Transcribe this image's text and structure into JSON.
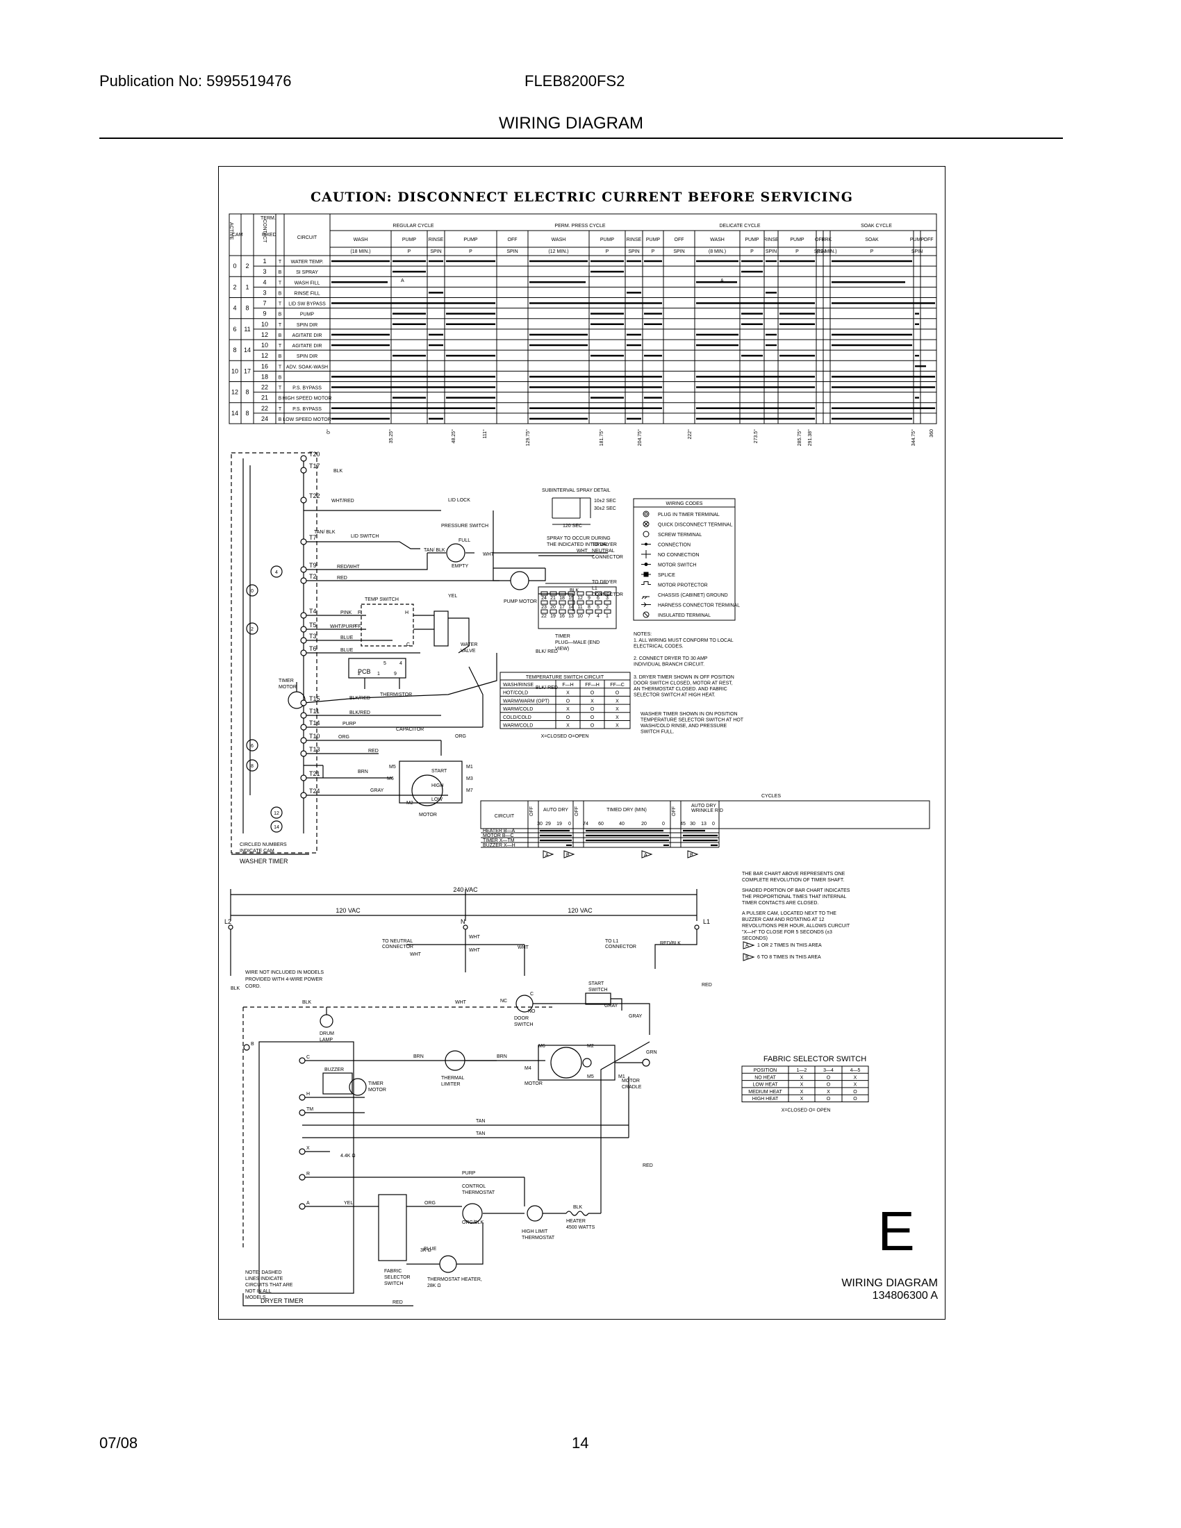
{
  "header": {
    "publication": "Publication No: 5995519476",
    "model": "FLEB8200FS2",
    "title": "WIRING DIAGRAM"
  },
  "footer": {
    "date": "07/08",
    "page": "14"
  },
  "caution": "CAUTION: DISCONNECT ELECTRIC CURRENT BEFORE SERVICING",
  "timer_chart": {
    "col_headers": [
      "CAM",
      "ACTIVE",
      "FIXED",
      "TERM.",
      "CONTACT",
      "CIRCUIT"
    ],
    "cycles": [
      "REGULAR CYCLE",
      "PERM. PRESS CYCLE",
      "DELICATE CYCLE",
      "SOAK CYCLE"
    ],
    "phases": [
      "WASH",
      "PUMP",
      "RINSE",
      "PUMP",
      "OFF",
      "WASH",
      "PUMP",
      "RINSE",
      "PUMP",
      "OFF",
      "WASH",
      "PUMP",
      "RINSE",
      "PUMP",
      "OFF",
      "BRK",
      "SOAK",
      "PUMP",
      "OFF"
    ],
    "sub": [
      "(18 MIN.)",
      "P",
      "SPIN",
      "P",
      "SPIN",
      "(12 MIN.)",
      "P",
      "SPIN",
      "P",
      "SPIN",
      "(8 MIN.)",
      "P",
      "SPIN",
      "P",
      "SPIN",
      "(12 MIN.)",
      "P",
      "SPIN"
    ],
    "rows": [
      {
        "cam": "0",
        "active": "2",
        "term": "1",
        "c": "T",
        "circuit": "WATER TEMP."
      },
      {
        "cam": "",
        "active": "",
        "term": "3",
        "c": "B",
        "circuit": "SI SPRAY"
      },
      {
        "cam": "2",
        "active": "1",
        "term": "4",
        "c": "T",
        "circuit": "WASH FILL"
      },
      {
        "cam": "",
        "active": "",
        "term": "3",
        "c": "B",
        "circuit": "RINSE FILL"
      },
      {
        "cam": "4",
        "active": "8",
        "term": "7",
        "c": "T",
        "circuit": "LID SW BYPASS"
      },
      {
        "cam": "",
        "active": "",
        "term": "9",
        "c": "B",
        "circuit": "PUMP"
      },
      {
        "cam": "6",
        "active": "11",
        "term": "10",
        "c": "T",
        "circuit": "SPIN DIR"
      },
      {
        "cam": "",
        "active": "",
        "term": "12",
        "c": "B",
        "circuit": "AGITATE DIR"
      },
      {
        "cam": "8",
        "active": "14",
        "term": "10",
        "c": "T",
        "circuit": "AGITATE DIR"
      },
      {
        "cam": "",
        "active": "",
        "term": "12",
        "c": "B",
        "circuit": "SPIN DIR"
      },
      {
        "cam": "10",
        "active": "17",
        "term": "16",
        "c": "T",
        "circuit": "ADV. SOAK-WASH"
      },
      {
        "cam": "",
        "active": "",
        "term": "18",
        "c": "B",
        "circuit": ""
      },
      {
        "cam": "12",
        "active": "8",
        "term": "22",
        "c": "T",
        "circuit": "P.S. BYPASS"
      },
      {
        "cam": "",
        "active": "",
        "term": "21",
        "c": "B",
        "circuit": "HIGH SPEED MOTOR"
      },
      {
        "cam": "14",
        "active": "8",
        "term": "22",
        "c": "T",
        "circuit": "P.S. BYPASS"
      },
      {
        "cam": "",
        "active": "",
        "term": "24",
        "c": "B",
        "circuit": "LOW SPEED MOTOR"
      }
    ],
    "degrees": [
      "0°",
      "35.25°",
      "48.25°",
      "111°",
      "129.75°",
      "181.75°",
      "204.75°",
      "222°",
      "273.5°",
      "285.75°",
      "291.38°",
      "344.75°",
      "360"
    ],
    "marks": [
      "A",
      "A"
    ]
  },
  "washer": {
    "terminals": [
      "T20",
      "T17",
      "T22",
      "T7",
      "T9",
      "T2",
      "T4",
      "T5",
      "T3",
      "T6",
      "T15",
      "T11",
      "T14",
      "T10",
      "T13",
      "T21",
      "T24"
    ],
    "wires": [
      "BLK",
      "WHT/RED",
      "TAN/ BLK",
      "RED/WHT",
      "RED",
      "PINK",
      "WHT/PURP",
      "BLUE",
      "BLUE",
      "BLK/RED",
      "BLK/RED",
      "PURP",
      "ORG",
      "RED",
      "BRN",
      "GRAY",
      "ORG",
      "BLK/ RED",
      "BLK/ RED",
      "WHT",
      "BLK",
      "WHT",
      "YEL"
    ],
    "cams": [
      "4",
      "0",
      "2",
      "6",
      "8",
      "12",
      "14"
    ],
    "labels": {
      "lid_lock": "LID LOCK",
      "lid_switch": "LID SWITCH",
      "pressure_switch": "PRESSURE SWITCH",
      "full": "FULL",
      "empty": "EMPTY",
      "pump_motor": "PUMP MOTOR",
      "to_dryer_neutral": "TO DRYER NEUTRAL CONNECTOR",
      "to_dryer_l1": "TO DRYER L1 CONNECTOR",
      "temp_switch": "TEMP SWITCH",
      "water_valve": "WATER VALVE",
      "pcb": "PCB",
      "thermistor": "THERMISTOR",
      "timer_motor": "TIMER MOTOR",
      "capacitor": "CAPACITOR",
      "start": "START",
      "high": "HIGH",
      "low": "LOW",
      "motor": "MOTOR",
      "circled_note": "CIRCLED NUMBERS INDICATE CAM",
      "washer_timer": "WASHER TIMER",
      "m_terms": [
        "M5",
        "M6",
        "M1",
        "M3",
        "M7",
        "M2"
      ],
      "pcb_pins": [
        "5",
        "4",
        "2",
        "1",
        "9"
      ],
      "tan_blk": "TAN/ BLK",
      "ts_terms": [
        "F",
        "H",
        "FF",
        "C"
      ]
    }
  },
  "subinterval": {
    "title": "SUBINTERVAL SPRAY DETAIL",
    "t1": "10±2 SEC",
    "t2": "30±2 SEC",
    "t3": "120 SEC",
    "note": "SPRAY TO OCCUR DURING THE INDICATED INTERVAL",
    "plug": "TIMER PLUG—MALE (END VIEW)",
    "plug_pins": [
      "24",
      "21",
      "18",
      "15",
      "12",
      "9",
      "6",
      "3",
      "23",
      "20",
      "17",
      "14",
      "11",
      "8",
      "5",
      "2",
      "22",
      "19",
      "16",
      "13",
      "10",
      "7",
      "4",
      "1"
    ]
  },
  "wiring_codes": {
    "title": "WIRING CODES",
    "items": [
      "PLUG IN TIMER TERMINAL",
      "QUICK DISCONNECT TERMINAL",
      "SCREW TERMINAL",
      "CONNECTION",
      "NO CONNECTION",
      "MOTOR SWITCH",
      "SPLICE",
      "MOTOR PROTECTOR",
      "CHASSIS (CABINET) GROUND",
      "HARNESS CONNECTOR TERMINAL",
      "INSULATED TERMINAL"
    ]
  },
  "notes": {
    "title": "NOTES:",
    "items": [
      "1. ALL WIRING MUST CONFORM TO LOCAL ELECTRICAL CODES.",
      "2. CONNECT DRYER TO 30 AMP INDIVIDUAL BRANCH CIRCUIT.",
      "3. DRYER TIMER SHOWN IN OFF POSITION DOOR SWITCH CLOSED, MOTOR AT REST, AN THERMOSTAT CLOSED. AND FABRIC SELECTOR SWITCH AT HIGH HEAT.",
      "WASHER TIMER SHOWN IN ON POSITION TEMPERATURE SELECTOR SWITCH AT HOT WASH/COLD RINSE, AND PRESSURE SWITCH FULL."
    ]
  },
  "temp_switch_table": {
    "title": "TEMPERATURE SWITCH CIRCUIT",
    "headers": [
      "WASH/RINSE",
      "F—H",
      "FF—H",
      "FF—C"
    ],
    "rows": [
      [
        "HOT/COLD",
        "X",
        "O",
        "O"
      ],
      [
        "WARM/WARM (OPT)",
        "O",
        "X",
        "X"
      ],
      [
        "WARM/COLD",
        "X",
        "O",
        "X"
      ],
      [
        "COLD/COLD",
        "O",
        "O",
        "X"
      ],
      [
        "WARM/COLD",
        "X",
        "O",
        "X"
      ]
    ],
    "legend": "X=CLOSED     O=OPEN"
  },
  "dryer_cycles": {
    "title": "CYCLES",
    "circuit": "CIRCUIT",
    "off": "OFF",
    "auto_dry": "AUTO DRY",
    "timed_dry": "TIMED DRY (MIN)",
    "wrinkle": "AUTO DRY WRINKLE RID",
    "ticks": [
      "30",
      "29",
      "19",
      "0",
      "74",
      "60",
      "40",
      "20",
      "0",
      "45",
      "30",
      "13",
      "0"
    ],
    "rows": [
      "HEATER   B—A",
      "MOTOR    B—C",
      "TIMER    X—TM",
      "BUZZER   X—H"
    ],
    "marks": [
      "A",
      "B",
      "A",
      "B"
    ]
  },
  "dryer_notes": [
    "THE BAR CHART ABOVE REPRESENTS ONE COMPLETE REVOLUTION OF TIMER SHAFT.",
    "SHADED PORTION OF BAR CHART INDICATES THE PROPORTIONAL TIMES THAT INTERNAL TIMER CONTACTS ARE CLOSED.",
    "A PULSER CAM, LOCATED NEXT TO THE BUZZER CAM AND ROTATING AT 12 REVOLUTIONS PER HOUR, ALLOWS CURCUIT \"X—H\" TO CLOSE FOR 5 SECONDS (±3 SECONDS)"
  ],
  "legend_marks": [
    {
      "mark": "A",
      "text": "1 OR 2 TIMES IN THIS AREA"
    },
    {
      "mark": "B",
      "text": "6 TO 8 TIMES IN THIS AREA"
    }
  ],
  "fabric_table": {
    "title": "FABRIC SELECTOR SWITCH",
    "headers": [
      "POSITION",
      "1—2",
      "3—4",
      "4—5"
    ],
    "rows": [
      [
        "NO HEAT",
        "X",
        "O",
        "X"
      ],
      [
        "LOW HEAT",
        "X",
        "O",
        "X"
      ],
      [
        "MEDIUM HEAT",
        "X",
        "X",
        "O"
      ],
      [
        "HIGH HEAT",
        "X",
        "O",
        "O"
      ]
    ],
    "legend": "X=CLOSED      O= OPEN"
  },
  "dryer": {
    "v240": "240 VAC",
    "v120a": "120 VAC",
    "v120b": "120 VAC",
    "l2": "L2",
    "n": "N",
    "l1": "L1",
    "to_neutral": "TO NEUTRAL CONNECTOR",
    "to_l1": "TO L1 CONNECTOR",
    "wire_note": "WIRE NOT INCLUDED IN MODELS PROVIDED WITH 4-WIRE POWER CORD.",
    "wires": [
      "WHT",
      "WHT",
      "WHT",
      "WHT",
      "RED/BLK",
      "BLK",
      "BLK",
      "WHT",
      "GRAY",
      "GRAY",
      "BRN",
      "BRN",
      "RED",
      "GRN",
      "TAN",
      "TAN",
      "PURP",
      "YEL",
      "ORG",
      "ORG/BLK",
      "BLK",
      "BLUE",
      "RED",
      "RED"
    ],
    "drum_lamp": "DRUM LAMP",
    "door_switch": "DOOR SWITCH",
    "start_switch": "START SWITCH",
    "thermal_limiter": "THERMAL LIMITER",
    "buzzer": "BUZZER",
    "timer_motor": "TIMER MOTOR",
    "motor": "MOTOR",
    "motor_cradle": "MOTOR CRADLE",
    "control_thermostat": "CONTROL THERMOSTAT",
    "high_limit": "HIGH LIMIT THERMOSTAT",
    "heater": "HEATER 4500 WATTS",
    "fabric_selector": "FABRIC SELECTOR SWITCH",
    "thermostat_heater": "THERMOSTAT HEATER, 28K Ω",
    "r3k": "3K Ω",
    "r44k": "4.4K Ω",
    "dryer_timer": "DRYER TIMER",
    "note": "NOTE: DASHED LINES INDICATE CIRCUITS THAT ARE NOT IN ALL MODELS.",
    "timer_terms": [
      "B",
      "C",
      "H",
      "TM",
      "X",
      "R",
      "A"
    ],
    "nc": "NC",
    "no": "NO",
    "c": "C",
    "m_terms": [
      "M6",
      "M2",
      "M4",
      "M5",
      "M1"
    ]
  },
  "diagram_code": {
    "letter": "E",
    "title": "WIRING DIAGRAM",
    "number": "134806300 A"
  }
}
